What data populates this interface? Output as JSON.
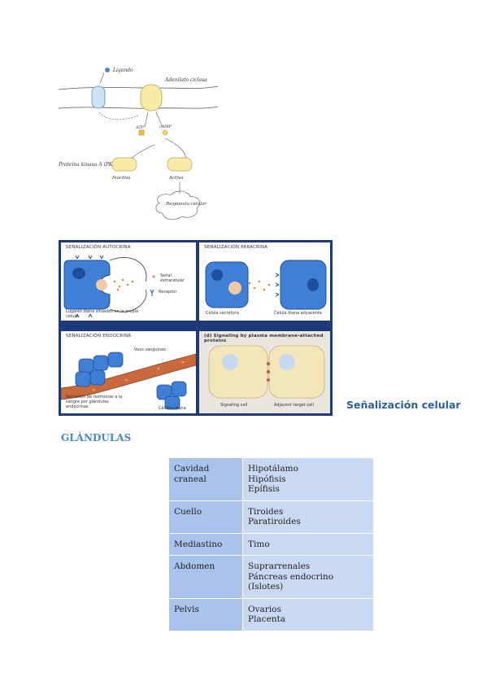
{
  "sketch": {
    "labels": {
      "ligando": "Ligando",
      "adenilato_ciclasa": "Adenilato ciclasa",
      "atp": "ATP",
      "amp": "cAMP",
      "pka": "Proteína kinasa A (PKA)",
      "inactiva": "Inactiva",
      "activa": "Activa",
      "respuesta": "Respuesta celular"
    }
  },
  "signaling_panel": {
    "autocrine": {
      "title": "SEÑALIZACIÓN AUTOCRINA",
      "label_signal": "Señal extracelular",
      "label_receptor": "Receptor",
      "label_bottom": "Lugares diana situados en la propia célula"
    },
    "paracrine": {
      "title": "SEÑALIZACIÓN PARACRINA",
      "label_left": "Célula secretora",
      "label_right": "Célula diana adyacente"
    },
    "endocrine": {
      "title": "SEÑALIZACIÓN ENDOCRINA",
      "label_vessel": "Vaso sanguíneo",
      "label_bottom": "Secreción de hormonas a la sangre por glándulas endocrinas",
      "label_target": "Células diana"
    },
    "membrane": {
      "title": "(d) Signaling by plasma membrane-attached proteins",
      "label_left": "Signaling cell",
      "label_right": "Adjacent target cell"
    }
  },
  "caption": "Señalización celular",
  "section_title": "GLÁNDULAS",
  "table": {
    "rows": [
      {
        "region": "Cavidad craneal",
        "glands": [
          "Hipotálamo",
          "Hipófisis",
          "Epífisis"
        ]
      },
      {
        "region": "Cuello",
        "glands": [
          "Tiroides",
          "Paratiroides"
        ]
      },
      {
        "region": "Mediastino",
        "glands": [
          "Timo"
        ]
      },
      {
        "region": "Abdomen",
        "glands": [
          "Suprarrenales",
          "Páncreas endocrino (Islotes)"
        ]
      },
      {
        "region": "Pelvis",
        "glands": [
          "Ovarios",
          "Placenta"
        ]
      }
    ]
  },
  "colors": {
    "caption": "#2a5f9e",
    "section_title": "#4a86c4",
    "region_cell": "#a9c3ec",
    "gland_cell": "#cad9f3",
    "panel_border": "#1e3a78"
  }
}
